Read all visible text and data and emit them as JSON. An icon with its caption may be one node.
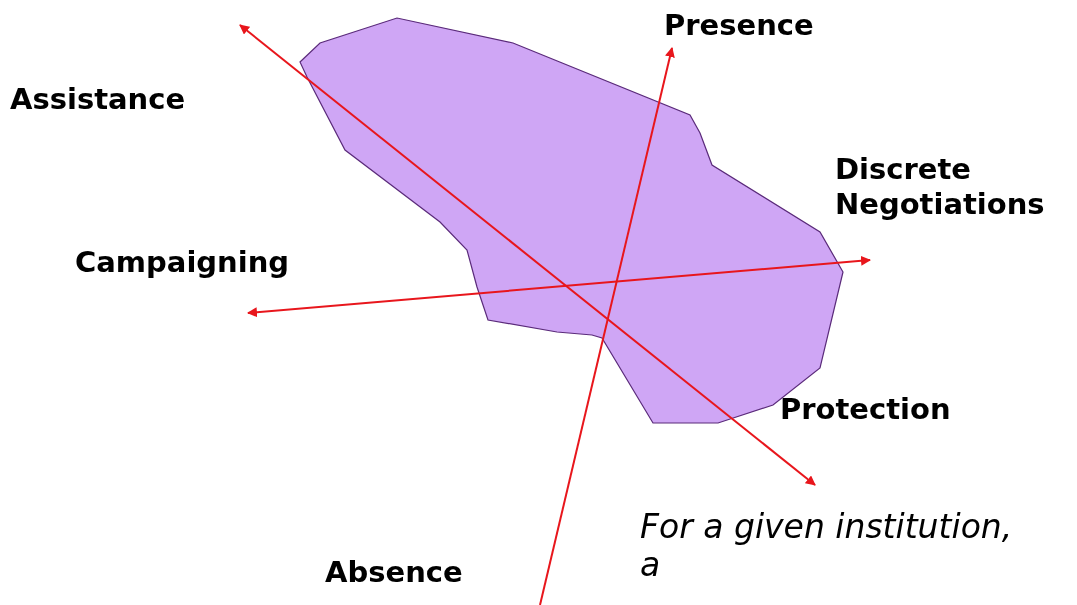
{
  "diagram": {
    "nodes": [
      {
        "text": [
          "Presence"
        ]
      },
      {
        "text": [
          "Assistance"
        ]
      },
      {
        "text": [
          "Discrete Negotiations"
        ]
      },
      {
        "text": [
          "Campaigning"
        ]
      },
      {
        "text": [
          "Protection"
        ]
      },
      {
        "text": [
          "Absence"
        ]
      }
    ],
    "edges": [
      {
        "from": 1,
        "to": 4,
        "arrow": "both"
      },
      {
        "from": 3,
        "to": 2,
        "arrow": "both"
      },
      {
        "from": 5,
        "to": 0,
        "arrow": "to"
      }
    ],
    "labels": [
      "For a given institution, a"
    ]
  }
}
